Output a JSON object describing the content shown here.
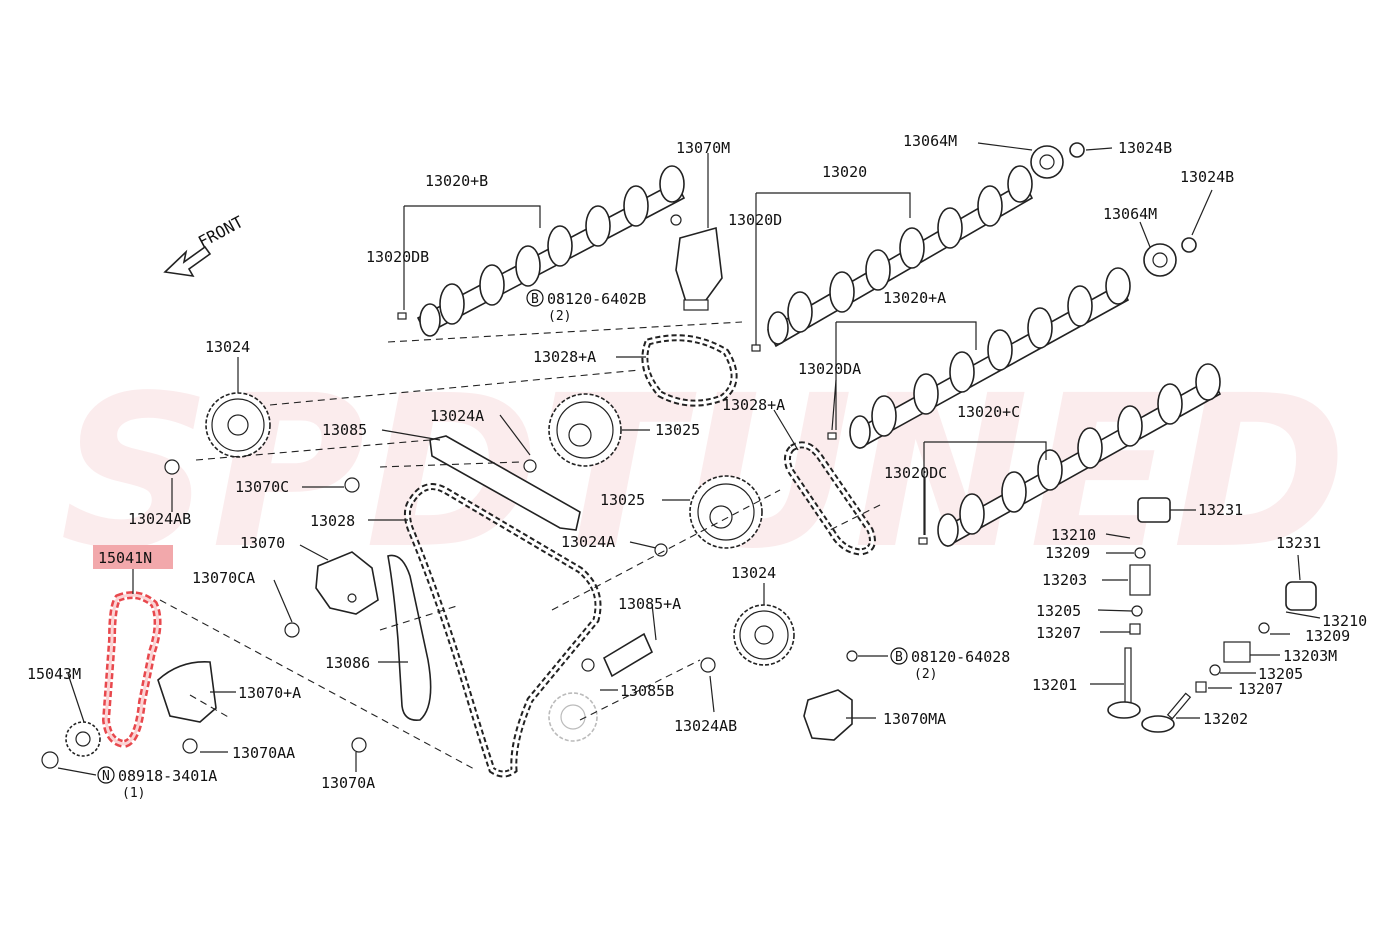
{
  "watermark": "SPDTUNED",
  "front_label": "FRONT",
  "highlight_color": "#e8484d",
  "highlighted_part": "15041N",
  "labels": {
    "p13070M": "13070M",
    "p13020B": "13020+B",
    "p13020": "13020",
    "p13064M_a": "13064M",
    "p13024B_a": "13024B",
    "p13024B_b": "13024B",
    "p13064M_b": "13064M",
    "p13020D": "13020D",
    "p13020DB": "13020DB",
    "p08120_6402B_a": "08120-6402B",
    "qty2_a": "(2)",
    "p13020A": "13020+A",
    "p13024": "13024",
    "p13028A_a": "13028+A",
    "p13020DA": "13020DA",
    "p13024A_a": "13024A",
    "p13028A_b": "13028+A",
    "p13020C": "13020+C",
    "p13085": "13085",
    "p13025_a": "13025",
    "p13070C": "13070C",
    "p13020DC": "13020DC",
    "p13025_b": "13025",
    "p13231_a": "13231",
    "p13024AB_a": "13024AB",
    "p13028": "13028",
    "p13210_a": "13210",
    "p13024A_b": "13024A",
    "p13209_a": "13209",
    "p15041N": "15041N",
    "p13070": "13070",
    "p13231_b": "13231",
    "p13070CA": "13070CA",
    "p13024_b": "13024",
    "p13203": "13203",
    "p13085A": "13085+A",
    "p13205_a": "13205",
    "p13210_b": "13210",
    "p13207_a": "13207",
    "p13209_b": "13209",
    "p15043M": "15043M",
    "p13086": "13086",
    "p08120_64028": "08120-64028",
    "qty2_b": "(2)",
    "p13203M": "13203M",
    "p13070A_plus": "13070+A",
    "p13085B": "13085B",
    "p13205_b": "13205",
    "p13201": "13201",
    "p13207_b": "13207",
    "p13070AA": "13070AA",
    "p13024AB_b": "13024AB",
    "p13070MA": "13070MA",
    "p13202": "13202",
    "p08918_3401A": "08918-3401A",
    "qty1": "(1)",
    "p13070A": "13070A"
  },
  "symbols": {
    "bolt_B_a": "B",
    "bolt_B_b": "B",
    "nut_N": "N"
  }
}
